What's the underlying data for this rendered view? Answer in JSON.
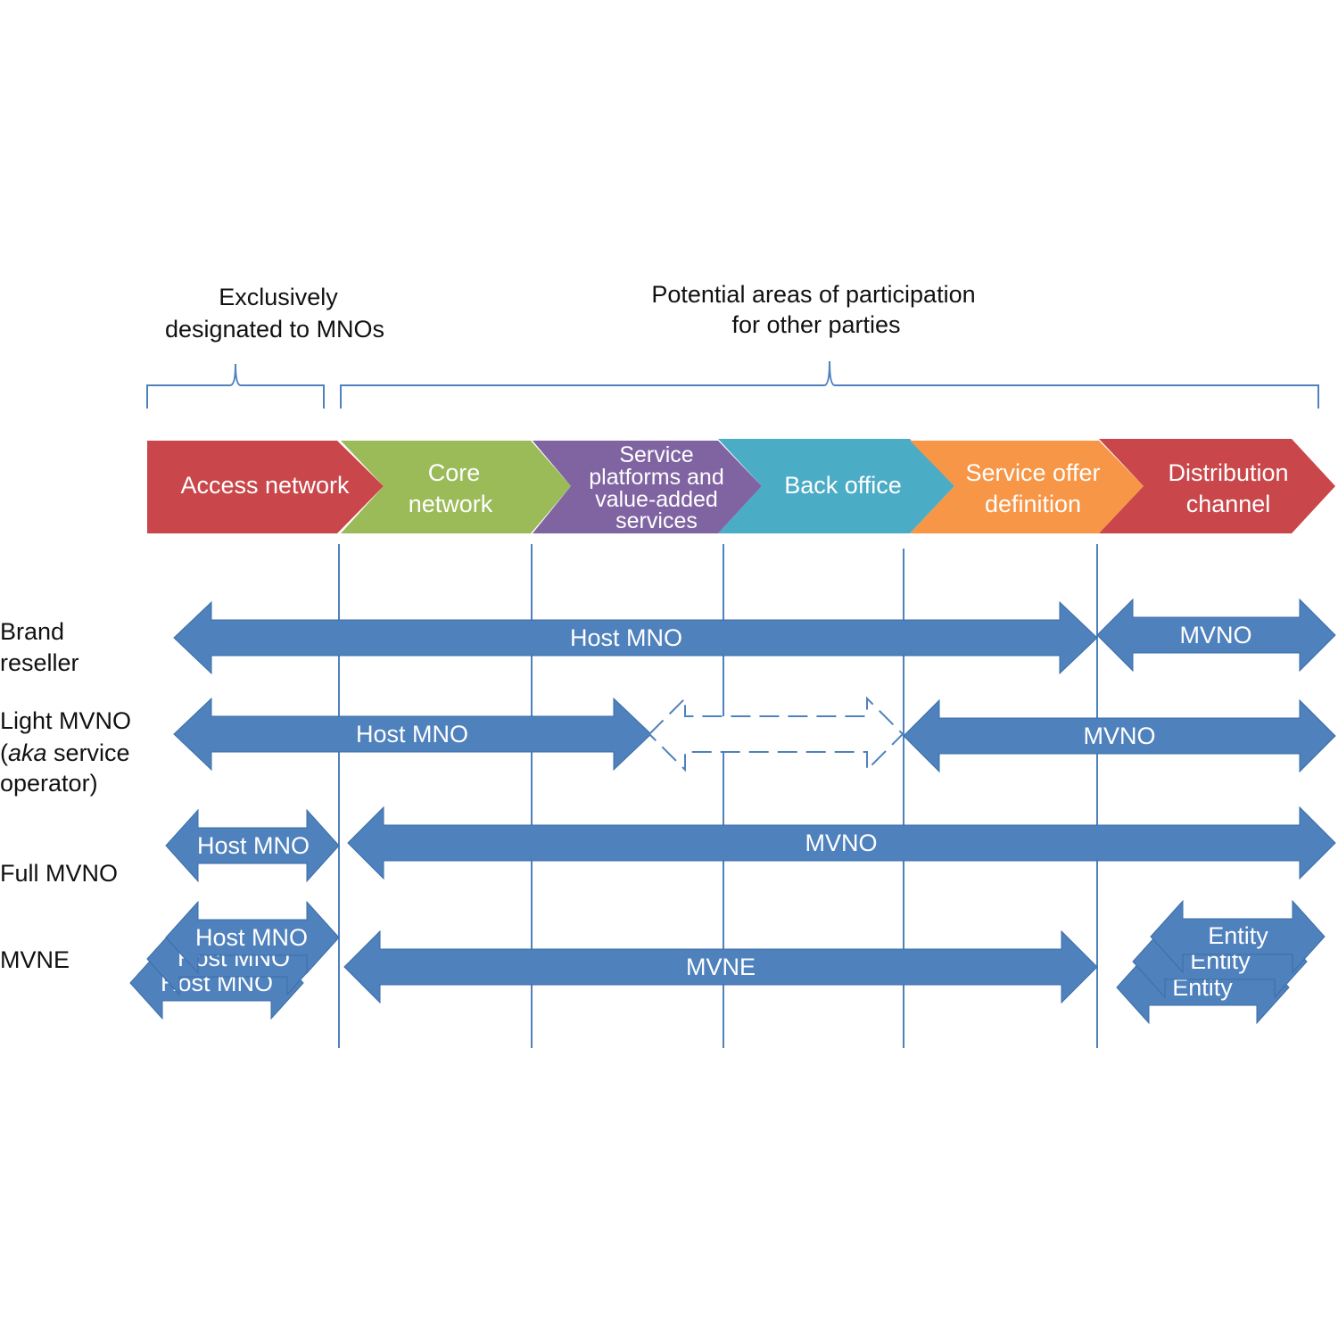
{
  "headers": {
    "left": [
      "Exclusively",
      "designated to MNOs"
    ],
    "right": [
      "Potential areas of participation",
      "for other parties"
    ]
  },
  "chain": [
    {
      "lines": [
        "Access network"
      ],
      "color": "#c9464a"
    },
    {
      "lines": [
        "Core",
        "network"
      ],
      "color": "#9bbb59"
    },
    {
      "lines": [
        "Service",
        "platforms and",
        "value-added",
        "services"
      ],
      "color": "#8064a2"
    },
    {
      "lines": [
        "Back office"
      ],
      "color": "#4bacc6"
    },
    {
      "lines": [
        "Service offer",
        "definition"
      ],
      "color": "#f79646"
    },
    {
      "lines": [
        "Distribution",
        "channel"
      ],
      "color": "#c9464a"
    }
  ],
  "rows": [
    {
      "label": [
        "Brand",
        "reseller"
      ],
      "arrows": [
        {
          "label": "Host MNO"
        },
        {
          "label": "MVNO"
        }
      ]
    },
    {
      "label": [
        "Light MVNO",
        "(aka service",
        "operator)"
      ],
      "label_italic": "aka",
      "arrows": [
        {
          "label": "Host MNO"
        },
        {
          "label": "",
          "dashed": true
        },
        {
          "label": "MVNO"
        }
      ]
    },
    {
      "label": [
        "Full MVNO"
      ],
      "arrows": [
        {
          "label": "Host MNO"
        },
        {
          "label": "MVNO"
        }
      ]
    },
    {
      "label": [
        "MVNE"
      ],
      "arrows": [
        {
          "label": "Host MNO"
        },
        {
          "label": "Host MNO"
        },
        {
          "label": "Host MNO"
        },
        {
          "label": "MVNE"
        },
        {
          "label": "Entity"
        },
        {
          "label": "Entity"
        },
        {
          "label": "Entity"
        }
      ]
    }
  ],
  "colors": {
    "arrow_fill": "#4f81bd",
    "arrow_stroke": "#3a6ea8",
    "divider": "#4f81bd",
    "brace": "#4f81bd"
  }
}
